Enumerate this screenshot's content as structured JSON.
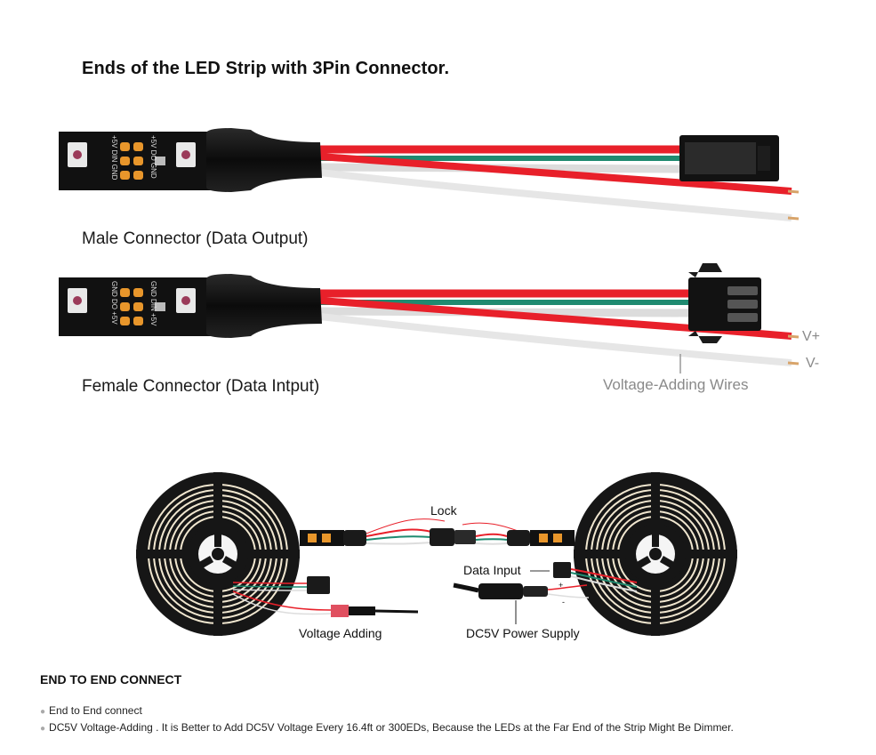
{
  "title": "Ends of the LED Strip with 3Pin Connector.",
  "male_label": "Male Connector (Data Output)",
  "female_label": "Female Connector (Data Intput)",
  "voltage_wires_label": "Voltage-Adding Wires",
  "v_plus": "V+",
  "v_minus": "V-",
  "pcb_markings": {
    "male": {
      "left": "+5V DIN GND",
      "right": "+5V DO GND"
    },
    "female": {
      "left": "GND DO +5V",
      "right": "GND DIN +5V"
    }
  },
  "diagram": {
    "lock": "Lock",
    "data_input": "Data Input",
    "voltage_adding": "Voltage Adding",
    "dc5v_supply": "DC5V Power Supply",
    "plus": "+",
    "minus": "-"
  },
  "section_heading": "END TO END CONNECT",
  "notes": [
    "End to End connect",
    "DC5V Voltage-Adding . It is Better to Add DC5V Voltage Every 16.4ft or 300EDs, Because the LEDs at the Far End of the Strip Might Be Dimmer."
  ],
  "colors": {
    "wire_red": "#e8202a",
    "wire_green": "#1f8a70",
    "wire_white": "#f4f4f4",
    "pcb_black": "#111111",
    "pad_orange": "#e8962b",
    "reel_black": "#161616"
  }
}
